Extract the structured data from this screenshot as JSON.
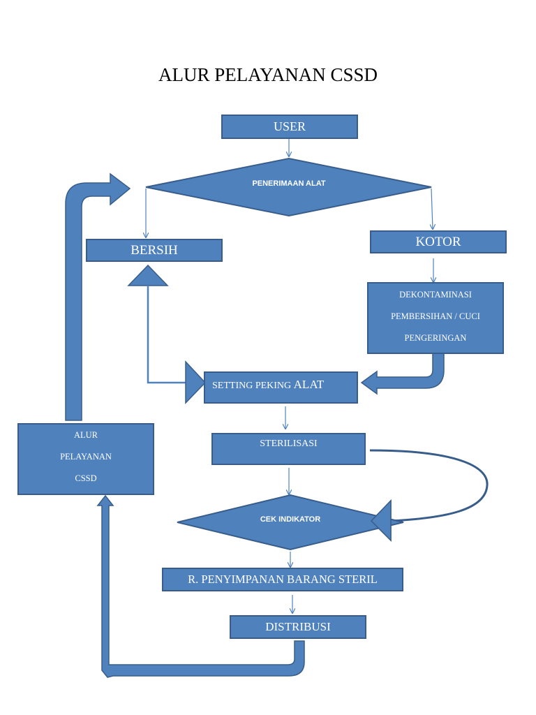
{
  "title": "ALUR PELAYANAN CSSD",
  "nodes": {
    "user": "USER",
    "penerimaan": "PENERIMAAN ALAT",
    "bersih": "BERSIH",
    "kotor": "KOTOR",
    "dekon_lines": [
      "DEKONTAMINASI",
      "PEMBERSIHAN / CUCI",
      "PENGERINGAN"
    ],
    "setting_a": "SETTING PEKING ",
    "setting_b": "ALAT",
    "sterilisasi": "STERILISASI",
    "cek": "CEK INDIKATOR",
    "penyimpanan": "R. PENYIMPANAN BARANG STERIL",
    "distribusi": "DISTRIBUSI",
    "alur_lines": [
      "ALUR",
      "PELAYANAN",
      "CSSD"
    ]
  },
  "colors": {
    "fill": "#4F81BD",
    "stroke": "#385D8A",
    "text": "#FFFFFF"
  }
}
